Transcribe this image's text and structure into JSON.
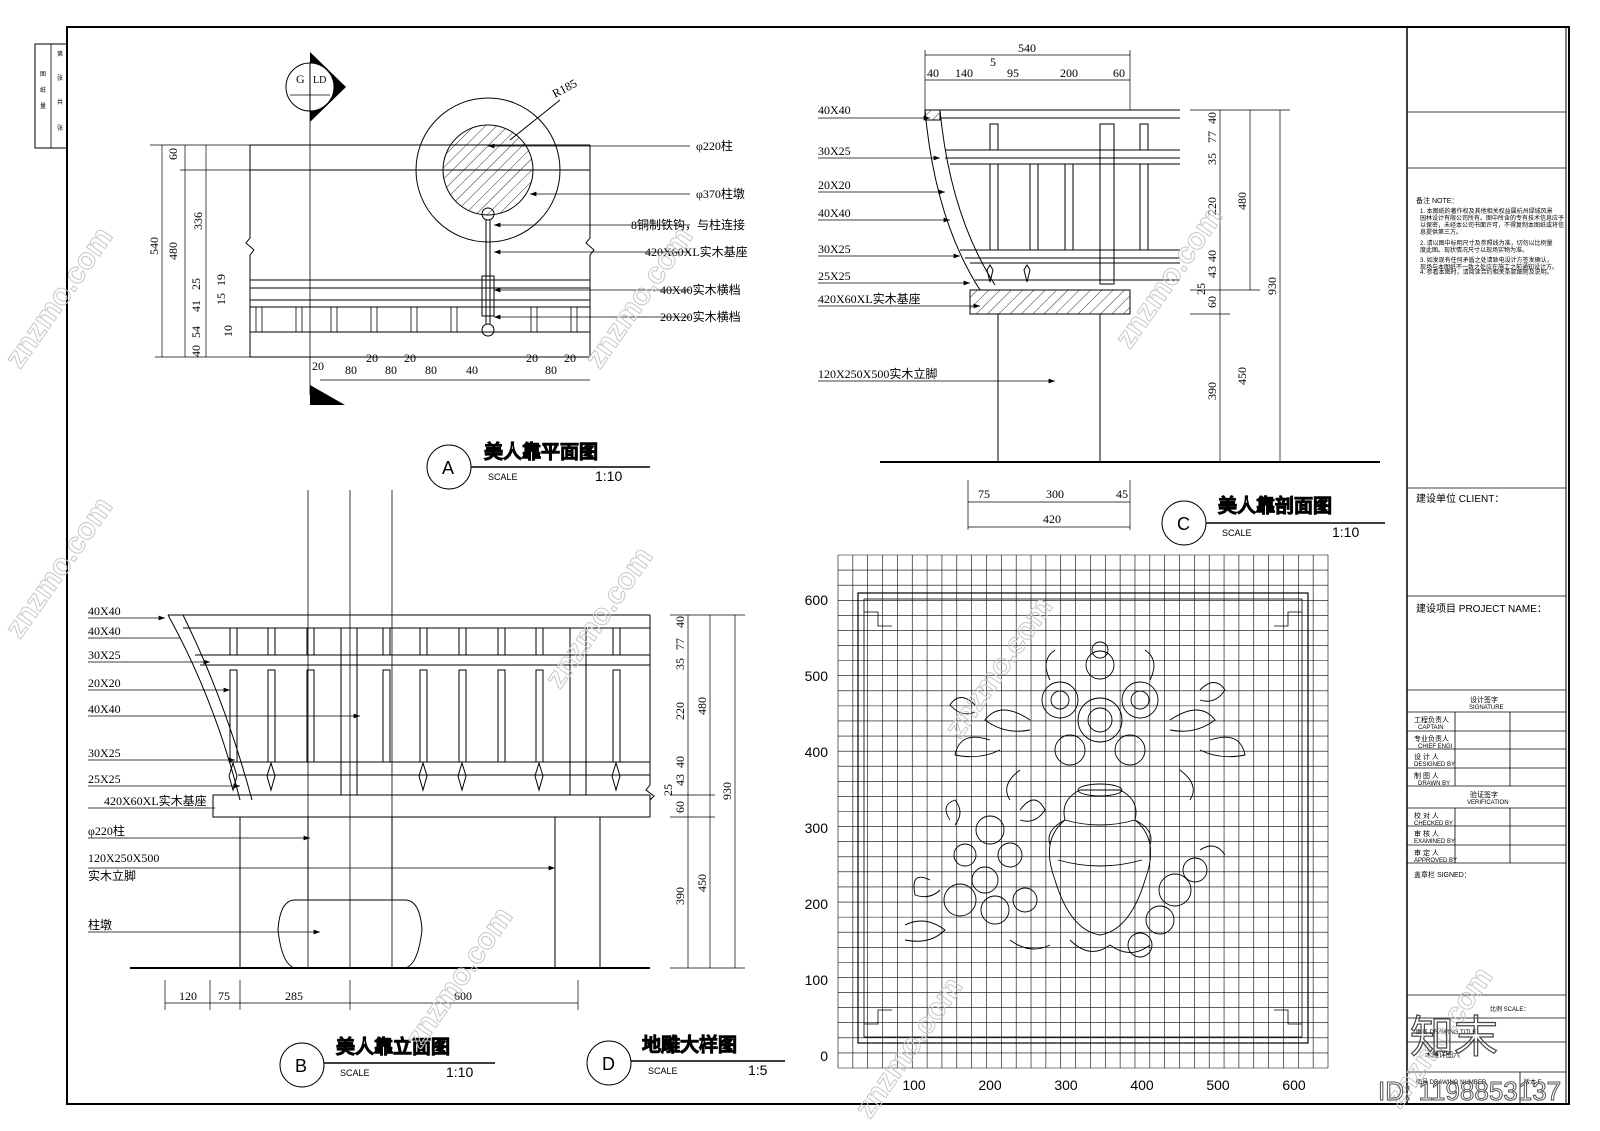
{
  "sheet_side_labels": [
    "第",
    "张",
    "共",
    "张",
    "图",
    "纸",
    "量"
  ],
  "plan_view": {
    "marker_letter": "A",
    "title": "美人靠平面图",
    "scale_label": "SCALE",
    "scale_value": "1:10",
    "index_g": "G",
    "index_ld": "LD",
    "radius_label": "R185",
    "callouts": [
      "φ220柱",
      "φ370柱墩",
      "8铜制铁钩，与柱连接",
      "420X60XL实木基座",
      "40X40实木横档",
      "20X20实木横档"
    ],
    "left_dims": [
      "60",
      "336",
      "540",
      "480",
      "19",
      "15",
      "25",
      "41",
      "54",
      "40",
      "10"
    ],
    "bottom_dims": [
      "20",
      "80",
      "20",
      "80",
      "20",
      "80",
      "40",
      "20",
      "80",
      "20"
    ]
  },
  "section_view": {
    "marker_letter": "C",
    "title": "美人靠剖面图",
    "scale_label": "SCALE",
    "scale_value": "1:10",
    "top_dims": [
      "540",
      "40",
      "140",
      "5",
      "95",
      "200",
      "60"
    ],
    "callouts": [
      "40X40",
      "30X25",
      "20X20",
      "40X40",
      "30X25",
      "25X25",
      "420X60XL实木基座",
      "120X250X500实木立脚"
    ],
    "right_dims": [
      "40",
      "77",
      "35",
      "220",
      "40",
      "43",
      "25",
      "60",
      "480",
      "930",
      "390",
      "450"
    ],
    "bottom_dims": [
      "75",
      "300",
      "45",
      "420"
    ]
  },
  "elevation_view": {
    "marker_letter": "B",
    "title": "美人靠立面图",
    "scale_label": "SCALE",
    "scale_value": "1:10",
    "callouts": [
      "40X40",
      "40X40",
      "30X25",
      "20X20",
      "40X40",
      "30X25",
      "25X25",
      "420X60XL实木基座",
      "φ220柱",
      "120X250X500",
      "实木立脚",
      "柱墩"
    ],
    "right_dims": [
      "40",
      "77",
      "35",
      "220",
      "40",
      "43",
      "25",
      "60",
      "390",
      "480",
      "450",
      "930"
    ],
    "bottom_dims": [
      "120",
      "75",
      "285",
      "600"
    ]
  },
  "carving_view": {
    "marker_letter": "D",
    "title": "地雕大样图",
    "scale_label": "SCALE",
    "scale_value": "1:5",
    "y_ticks": [
      "600",
      "500",
      "400",
      "300",
      "200",
      "100",
      "0"
    ],
    "x_ticks": [
      "100",
      "200",
      "300",
      "400",
      "500",
      "600"
    ]
  },
  "title_block": {
    "note_heading": "备注 NOTE：",
    "notes": [
      "1. 本图纸的著作权及其他相关权益属杭州绿城风景园林设计有限公司所有。图中所含的专有技术信息应予以保密，未经本公司书面许可，不得复制本图纸或将信息提供第三方。",
      "2. 请以图中标明尺寸及参照线为准，切勿以比例量度此图。现状情况尺寸以现场实物为准。",
      "3. 如发现有任何矛盾之处请致电设计方签发确认，现场与本图纸不一致之处应在施工之前通知设计方。",
      "4. 参看本图时，请阅读合约相关条款细则及说明。"
    ],
    "client": "建设单位 CLIENT：",
    "project": "建设项目 PROJECT NAME：",
    "signature_head": "设计签字",
    "signature_sub": "SIGNATURE",
    "sign_rows": [
      {
        "cn": "工程负责人",
        "en": "CAPTAIN"
      },
      {
        "cn": "专业负责人",
        "en": "CHIEF ENGI"
      },
      {
        "cn": "设 计 人",
        "en": "DESIGNED BY"
      },
      {
        "cn": "制 图 人",
        "en": "DRAWN BY"
      }
    ],
    "verify_head": "验证签字",
    "verify_sub": "VERIFICATION",
    "verify_rows": [
      {
        "cn": "校 对 人",
        "en": "CHECKED BY"
      },
      {
        "cn": "审 核 人",
        "en": "EXAMINED BY"
      },
      {
        "cn": "审 定 人",
        "en": "APPROVED BY"
      }
    ],
    "signed": "盖章栏 SIGNED：",
    "scale_cell": "比例 SCALE：",
    "drawing_title_cell": "图名 DRAWING TITLE",
    "drawing_title_value": "木雕详图六",
    "drawing_number_cell": "图号 DRAWING NUMBER",
    "sheet_cell": "版本 E"
  },
  "watermark": {
    "text": "znzmo.com",
    "logo": "知末",
    "id": "ID: 1198853137"
  }
}
